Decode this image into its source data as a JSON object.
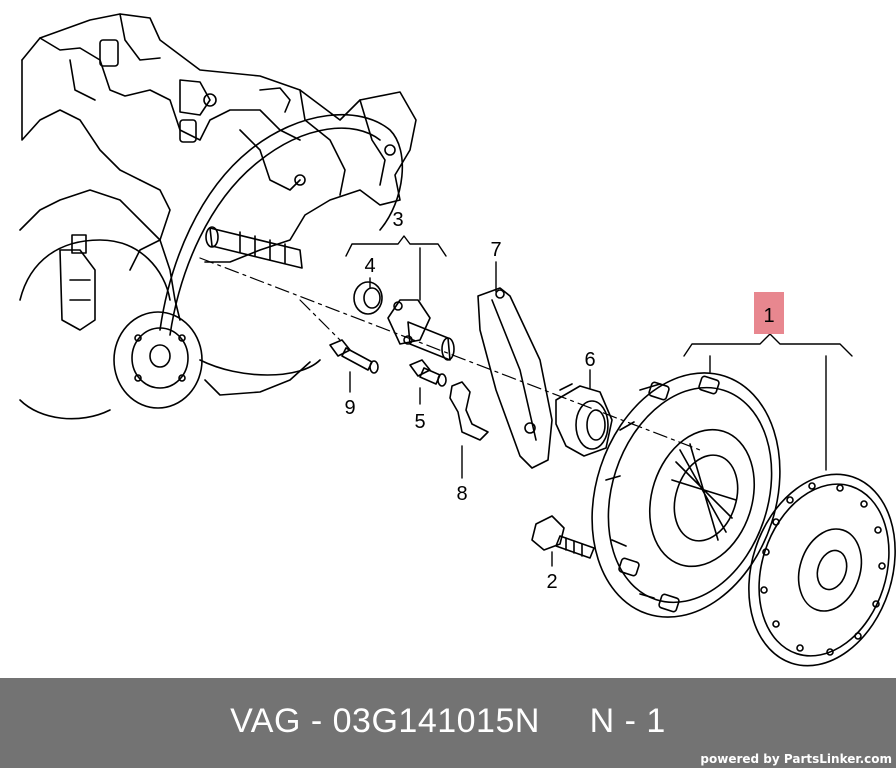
{
  "diagram": {
    "callouts": [
      {
        "id": "1",
        "label": "1",
        "highlighted": true
      },
      {
        "id": "2",
        "label": "2"
      },
      {
        "id": "3",
        "label": "3"
      },
      {
        "id": "4",
        "label": "4"
      },
      {
        "id": "5",
        "label": "5"
      },
      {
        "id": "6",
        "label": "6"
      },
      {
        "id": "7",
        "label": "7"
      },
      {
        "id": "8",
        "label": "8"
      },
      {
        "id": "9",
        "label": "9"
      }
    ],
    "highlight_color": "#e8878f"
  },
  "footer": {
    "title": "VAG - 03G141015N     N - 1",
    "brand": "powered by PartsLinker.com",
    "background_color": "#737373"
  }
}
